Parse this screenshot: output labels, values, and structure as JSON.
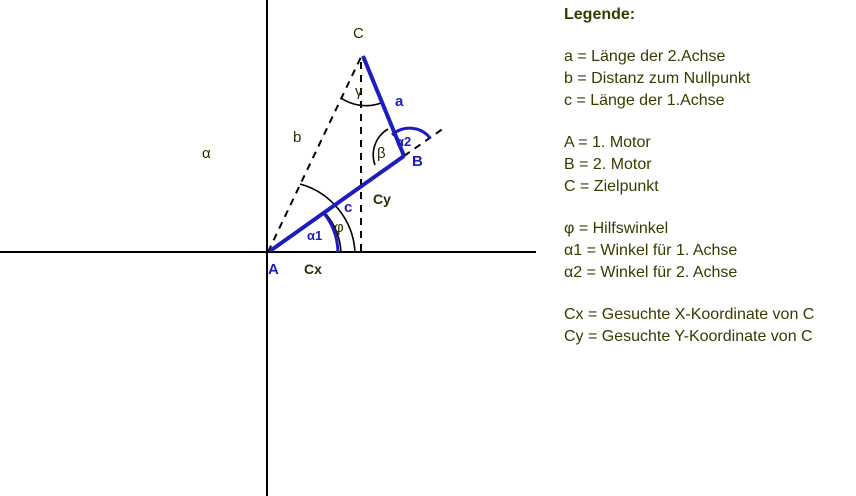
{
  "colors": {
    "axis": "#000000",
    "arm": "#1d1dbf",
    "text": "#2b2b00",
    "legend_text": "#3a3a00"
  },
  "diagram": {
    "labels": {
      "point_a": "A",
      "point_b": "B",
      "point_c": "C",
      "side_a": "a",
      "side_b": "b",
      "side_c": "c",
      "alpha": "α",
      "alpha1": "α1",
      "alpha2": "α2",
      "beta": "β",
      "gamma": "γ",
      "phi": "φ",
      "cx": "Cx",
      "cy": "Cy"
    }
  },
  "legend": {
    "title": "Legende:",
    "groups": [
      [
        "a = Länge der 2.Achse",
        "b = Distanz zum Nullpunkt",
        "c = Länge der 1.Achse"
      ],
      [
        "A = 1. Motor",
        "B = 2. Motor",
        "C = Zielpunkt"
      ],
      [
        "φ = Hilfswinkel",
        "α1 = Winkel für 1. Achse",
        "α2 = Winkel für 2. Achse"
      ],
      [
        "Cx = Gesuchte X-Koordinate von C",
        "Cy = Gesuchte Y-Koordinate von C"
      ]
    ]
  }
}
